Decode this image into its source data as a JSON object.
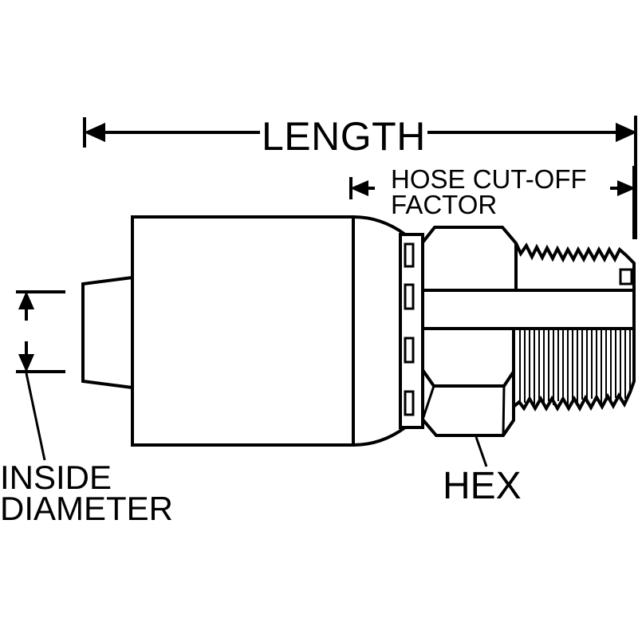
{
  "diagram": {
    "dimension_labels": {
      "length": "LENGTH",
      "hose_cutoff_line1": "HOSE CUT-OFF",
      "hose_cutoff_line2": "FACTOR",
      "hex": "HEX",
      "inside_diameter_line1": "INSIDE",
      "inside_diameter_line2": "DIAMETER"
    },
    "line_color": "#000000",
    "background_color": "#ffffff"
  }
}
